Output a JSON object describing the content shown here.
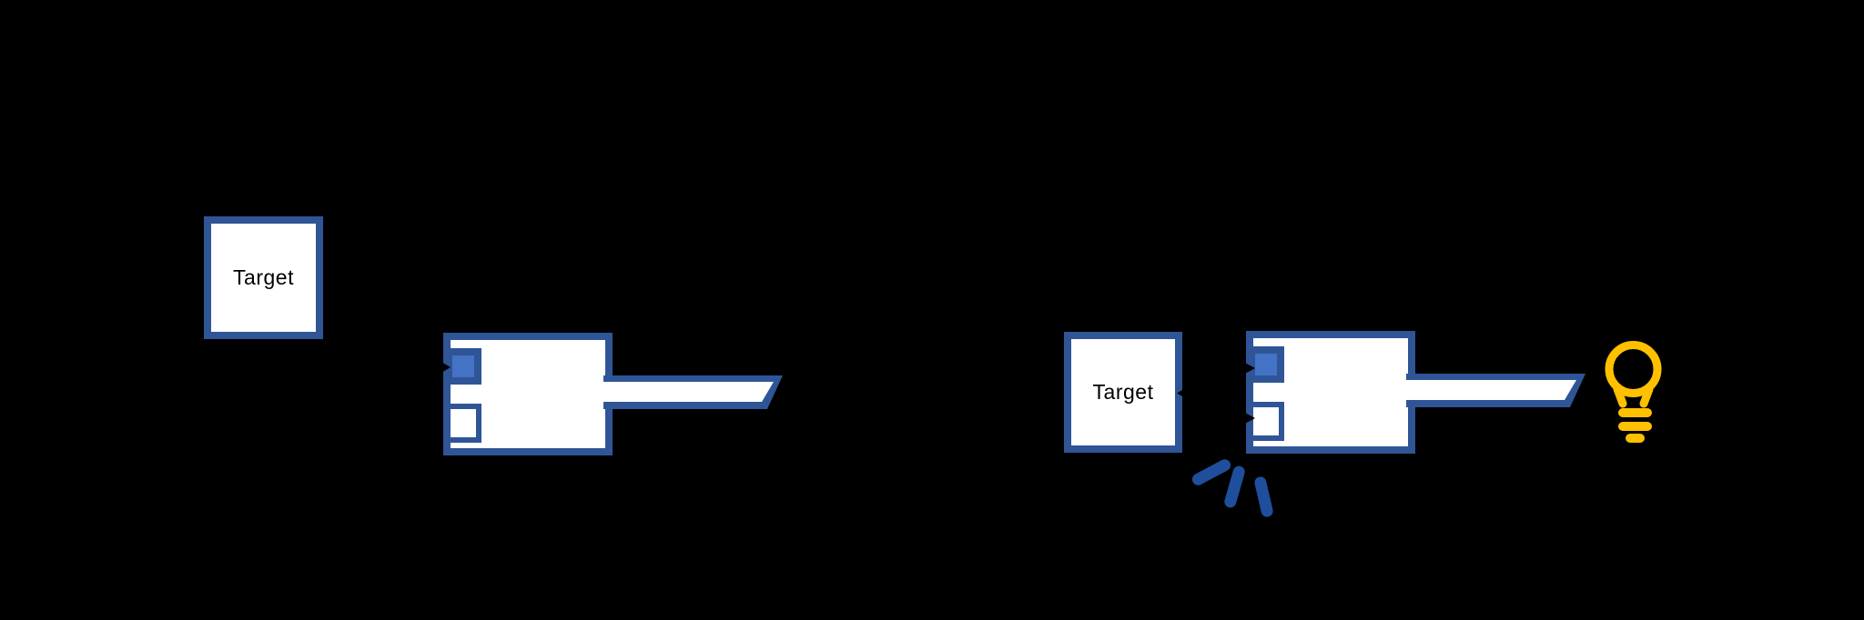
{
  "left_group": {
    "target_label": "Target"
  },
  "right_group": {
    "target_label": "Target"
  },
  "colors": {
    "background": "#000000",
    "outline_blue": "#2F5597",
    "bound_square_blue": "#4472C4",
    "click_mark_blue": "#1F4E9D",
    "lightbulb_yellow": "#FFC000",
    "shape_fill": "#FFFFFF",
    "label_text": "#000000"
  },
  "icons": {
    "lightbulb": "lightbulb-outline-glyph",
    "click_spark": "three-dash-impact-burst",
    "arrow_fragment": "black-triangle-arrow-tip"
  }
}
